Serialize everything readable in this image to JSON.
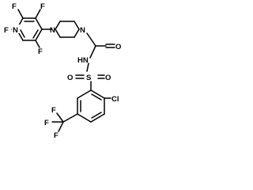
{
  "molecule": {
    "atoms": {
      "f_top_left": "F",
      "f_top_right": "F",
      "n_pyridine": "N",
      "f_left": "F",
      "f_bottom": "F",
      "n_pip_top": "N",
      "n_pip_bottom": "N",
      "o_carbonyl": "O",
      "nh_amide": "HN",
      "s_sulfonyl": "S",
      "o_sulfonyl_left": "O",
      "o_sulfonyl_right": "O",
      "cl": "Cl",
      "f_cf3_top": "F",
      "f_cf3_left": "F",
      "f_cf3_bottom": "F"
    }
  }
}
